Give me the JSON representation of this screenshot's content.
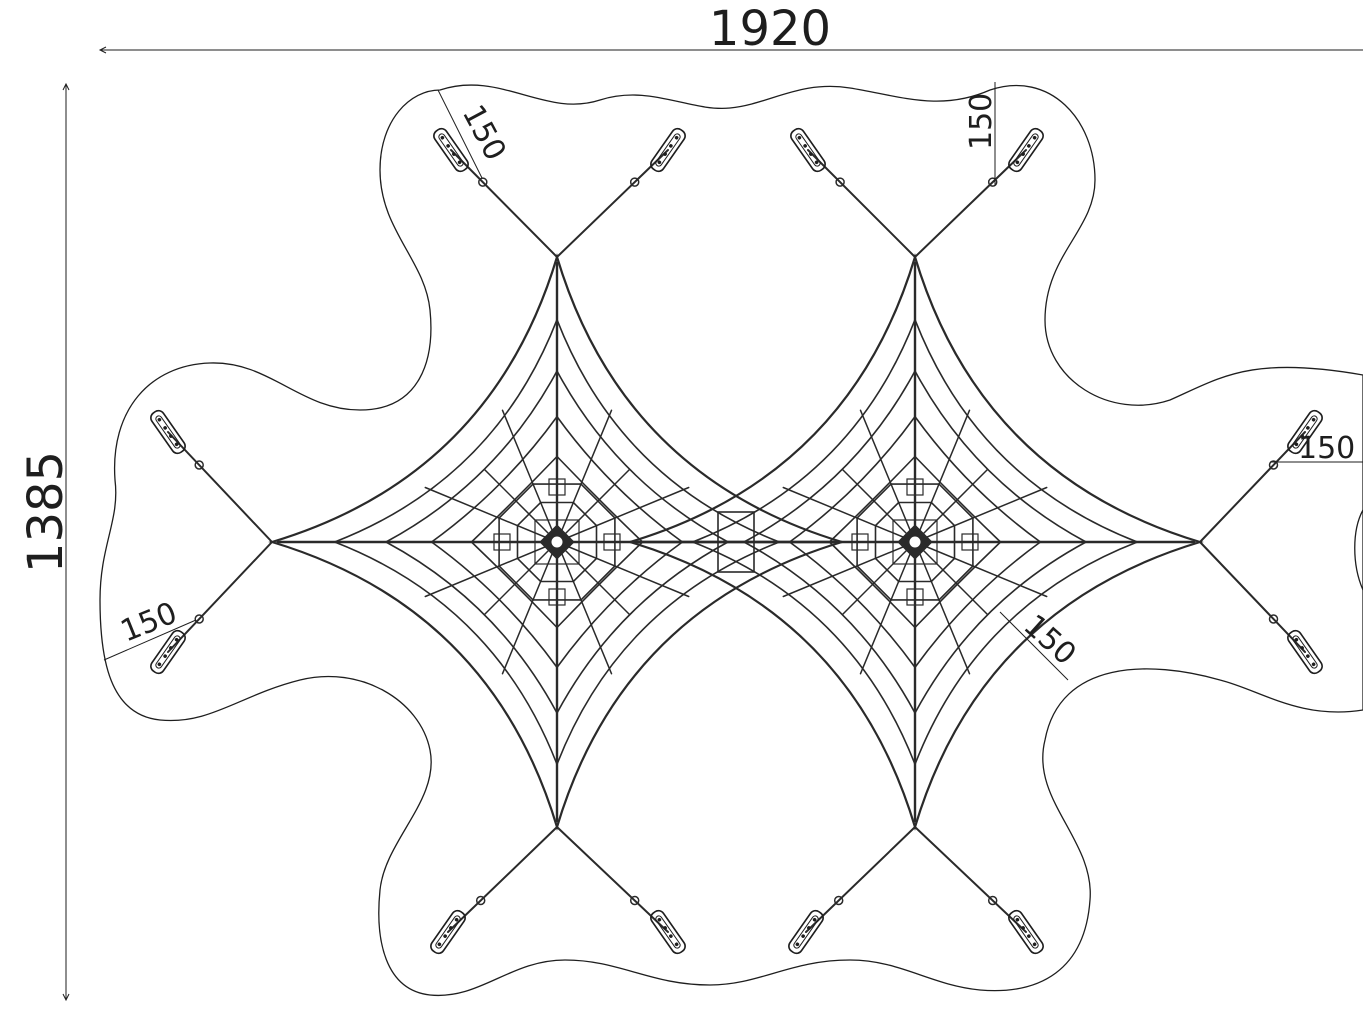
{
  "dimensions": {
    "overall_width": "1920",
    "overall_height": "1385",
    "safety_zone_top_left": "150",
    "safety_zone_top_right": "150",
    "safety_zone_right": "150",
    "safety_zone_left": "150",
    "safety_zone_center_right": "150"
  },
  "colors": {
    "line": "#1e1e1e",
    "background": "#ffffff"
  }
}
